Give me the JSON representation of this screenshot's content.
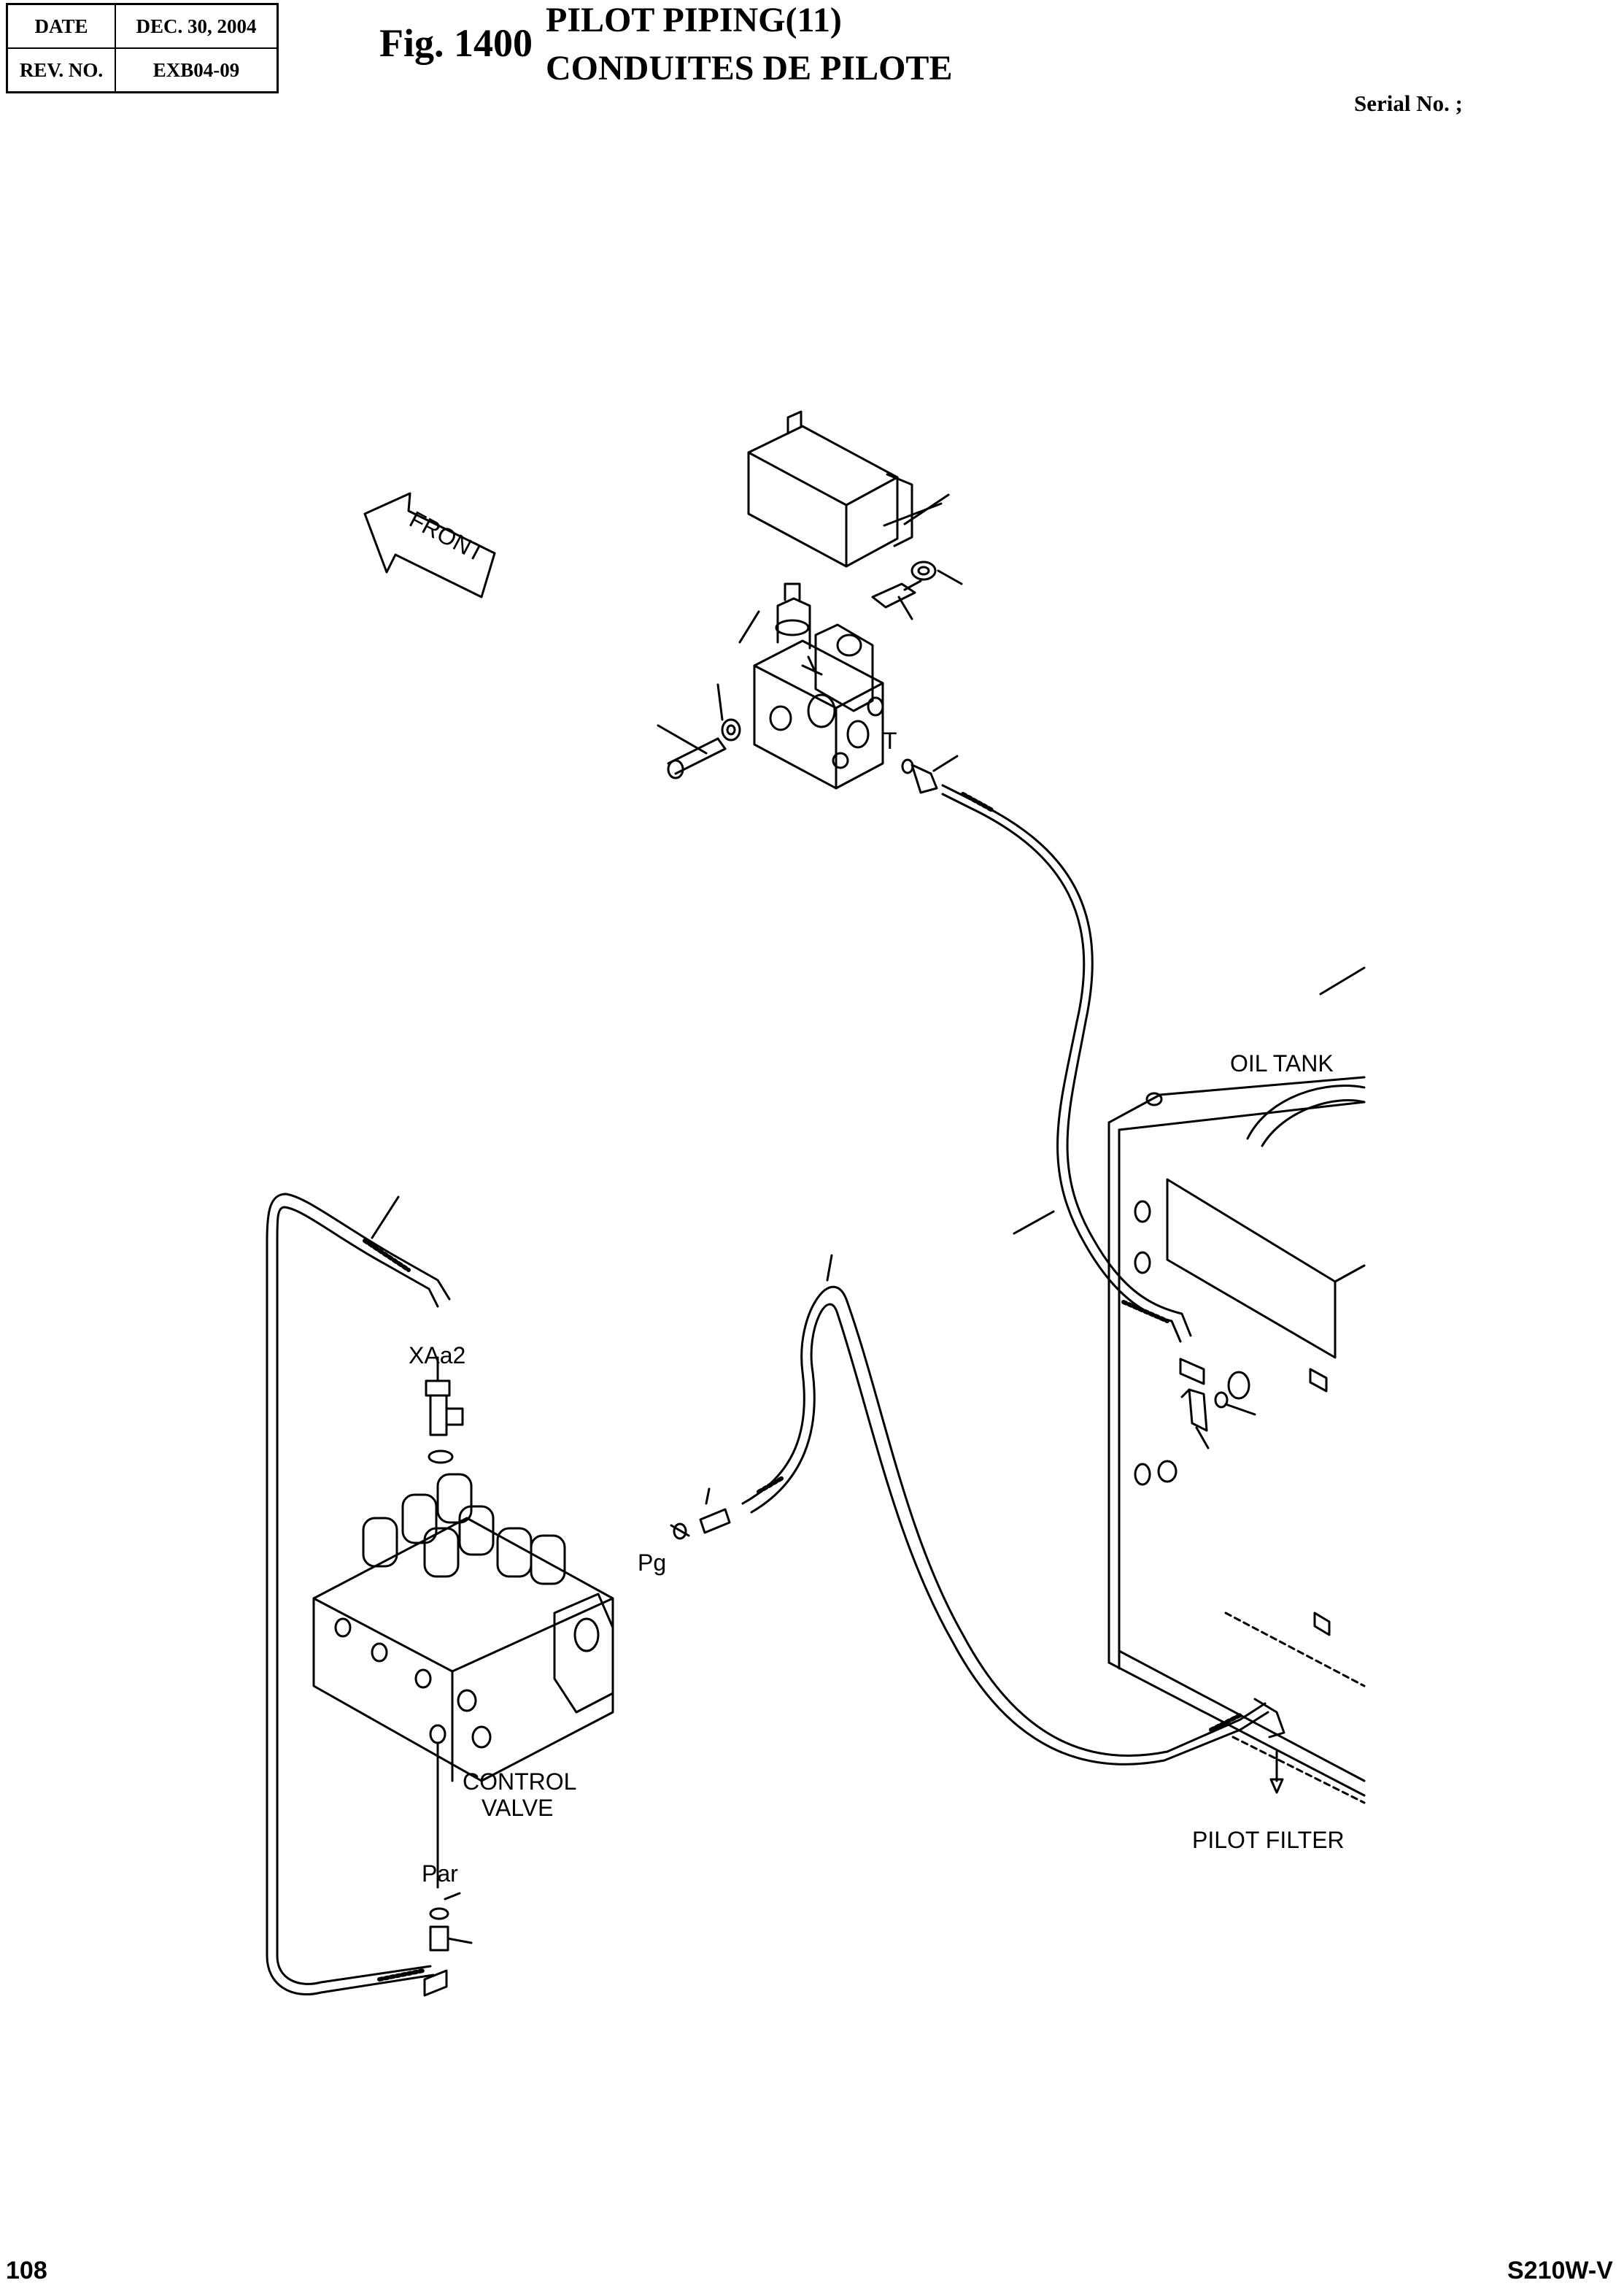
{
  "header": {
    "date_label": "DATE",
    "date_value": "DEC. 30, 2004",
    "rev_label": "REV. NO.",
    "rev_value": "EXB04-09"
  },
  "figure": {
    "number": "Fig. 1400",
    "title_en": "PILOT PIPING(11)",
    "title_fr": "CONDUITES DE PILOTE",
    "serial": "Serial No. ;"
  },
  "labels": {
    "front": "FRONT",
    "oil_tank": "OIL TANK",
    "port_t": "T",
    "port_xaa2": "XAa2",
    "port_pg": "Pg",
    "control_valve_1": "CONTROL",
    "control_valve_2": "VALVE",
    "port_par": "Par",
    "pilot_filter": "PILOT FILTER"
  },
  "footer": {
    "page": "108",
    "model": "S210W-V"
  }
}
